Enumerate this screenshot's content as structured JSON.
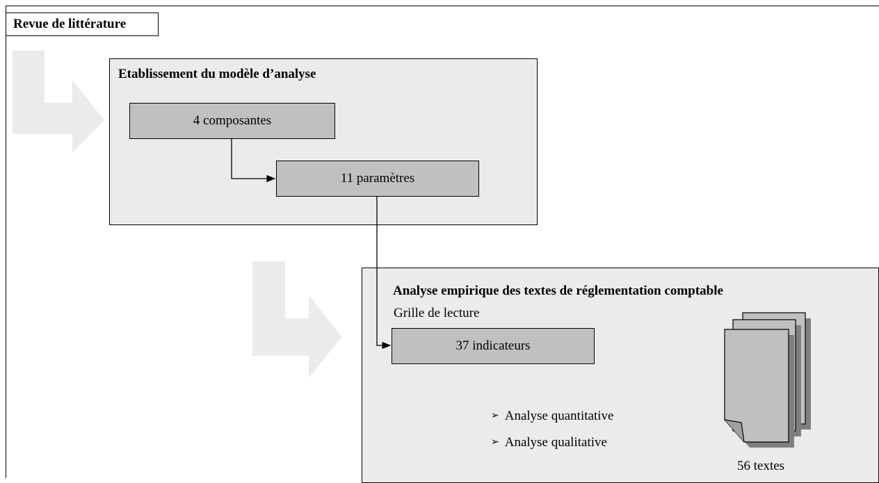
{
  "title": "Revue de littérature",
  "panel1": {
    "title": "Etablissement du modèle d’analyse",
    "box1": "4 composantes",
    "box2": "11 paramètres"
  },
  "panel2": {
    "title": "Analyse empirique des textes de réglementation comptable",
    "subtitle": "Grille de lecture",
    "box": "37 indicateurs",
    "bullets": [
      "Analyse quantitative",
      "Analyse qualitative"
    ],
    "documents_label": "56 textes"
  },
  "colors": {
    "panel_fill": "#ebebeb",
    "box_fill": "#c0c0c0",
    "big_arrow": "#ebebeb",
    "doc_fill": "#c0c0c0",
    "doc_shadow": "#7f7f7f"
  },
  "icons": [
    "bent-arrow-icon",
    "document-stack-icon",
    "bullet-arrow-icon"
  ]
}
